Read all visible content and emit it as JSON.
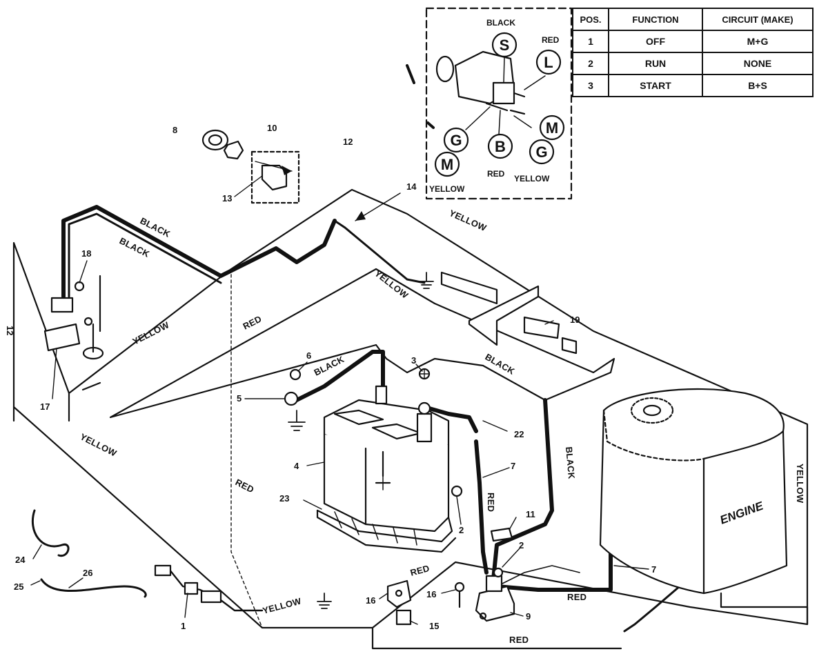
{
  "switch_table": {
    "headers": [
      "POS.",
      "FUNCTION",
      "CIRCUIT (MAKE)"
    ],
    "rows": [
      {
        "pos": "1",
        "function": "OFF",
        "circuit": "M+G"
      },
      {
        "pos": "2",
        "function": "RUN",
        "circuit": "NONE"
      },
      {
        "pos": "3",
        "function": "START",
        "circuit": "B+S"
      }
    ]
  },
  "ignition_terminals": {
    "s": {
      "letter": "S",
      "wire": "BLACK"
    },
    "l": {
      "letter": "L",
      "wire": "RED"
    },
    "m_right": {
      "letter": "M"
    },
    "g_left": {
      "letter": "G"
    },
    "b": {
      "letter": "B",
      "wire": "RED"
    },
    "g_right": {
      "letter": "G",
      "wire": "YELLOW"
    },
    "m_left": {
      "letter": "M",
      "wire": "YELLOW"
    }
  },
  "wire_labels": {
    "black_1": "BLACK",
    "black_2": "BLACK",
    "yellow_top": "YELLOW",
    "yellow_diag": "YELLOW",
    "yellow_left": "YELLOW",
    "red_mid": "RED",
    "black_battery": "BLACK",
    "black_harness": "BLACK",
    "yellow_front": "YELLOW",
    "red_front": "RED",
    "black_vertical": "BLACK",
    "red_solenoid_top": "RED",
    "red_vertical": "RED",
    "red_solenoid_right": "RED",
    "red_bottom": "RED",
    "yellow_bottom": "YELLOW",
    "yellow_engine": "YELLOW"
  },
  "engine_label": "ENGINE",
  "callouts": {
    "c1": "1",
    "c2a": "2",
    "c2b": "2",
    "c3": "3",
    "c4": "4",
    "c5": "5",
    "c6": "6",
    "c7a": "7",
    "c7b": "7",
    "c8": "8",
    "c9": "9",
    "c10": "10",
    "c11": "11",
    "c12a": "12",
    "c12b": "12",
    "c13": "13",
    "c14": "14",
    "c15": "15",
    "c16a": "16",
    "c16b": "16",
    "c17": "17",
    "c18": "18",
    "c19": "19",
    "c22": "22",
    "c23": "23",
    "c24": "24",
    "c25": "25",
    "c26": "26"
  }
}
